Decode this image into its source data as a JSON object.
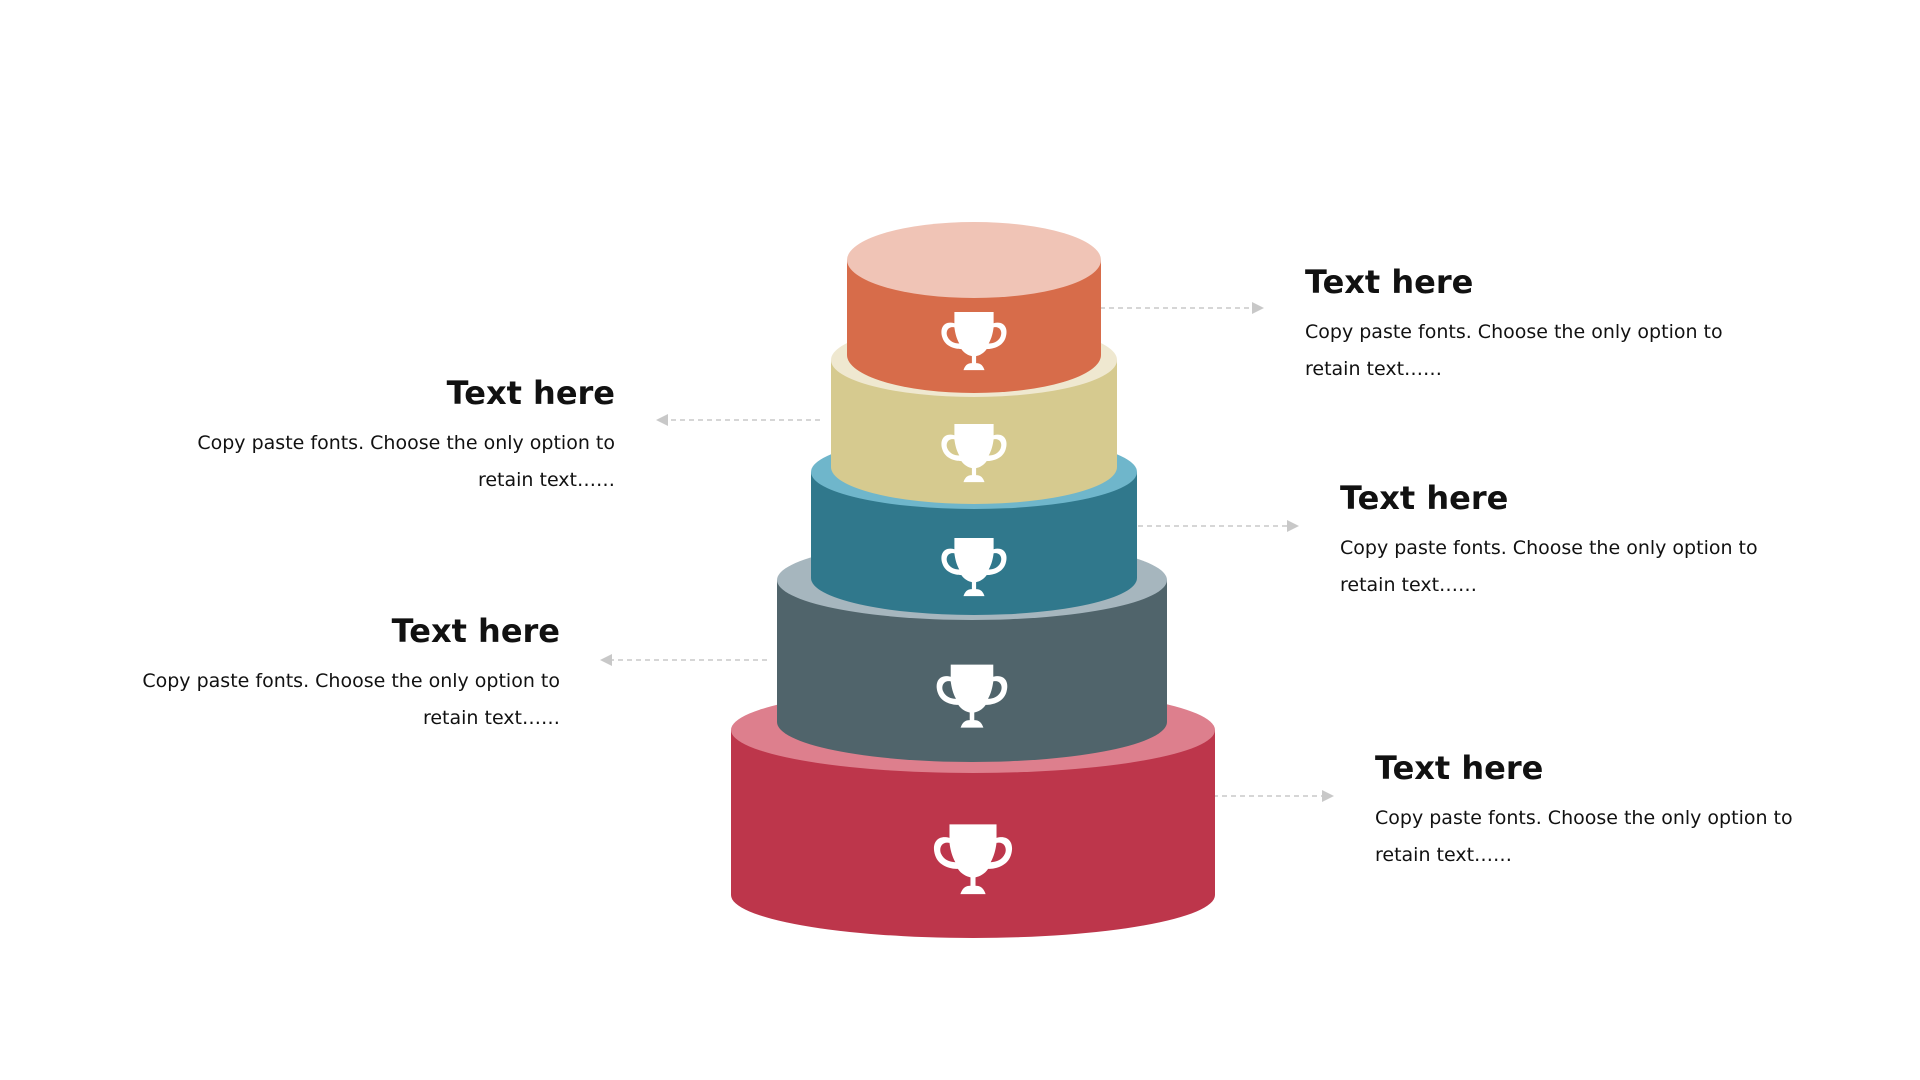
{
  "diagram": {
    "type": "stacked-cylinder-pyramid",
    "tiers": [
      {
        "icon": "trophy-icon",
        "side_color": "#d76c4a",
        "top_color": "#f0c4b6"
      },
      {
        "icon": "trophy-icon",
        "side_color": "#d6ca8f",
        "top_color": "#efe8d0"
      },
      {
        "icon": "trophy-icon",
        "side_color": "#30788c",
        "top_color": "#6fb6cb"
      },
      {
        "icon": "trophy-icon",
        "side_color": "#50646b",
        "top_color": "#a6b6be"
      },
      {
        "icon": "trophy-icon",
        "side_color": "#bd364b",
        "top_color": "#dd7f8d"
      }
    ],
    "labels": [
      {
        "title": "Text here",
        "description": "Copy paste fonts. Choose the only option to retain text……"
      },
      {
        "title": "Text here",
        "description": "Copy paste fonts. Choose the only option to retain text……"
      },
      {
        "title": "Text here",
        "description": "Copy paste fonts. Choose the only option to retain text……"
      },
      {
        "title": "Text here",
        "description": "Copy paste fonts. Choose the only option to retain text……"
      },
      {
        "title": "Text here",
        "description": "Copy paste fonts. Choose the only option to retain text……"
      }
    ],
    "connector_color": "#c8c8c8",
    "icon_color": "#ffffff"
  }
}
